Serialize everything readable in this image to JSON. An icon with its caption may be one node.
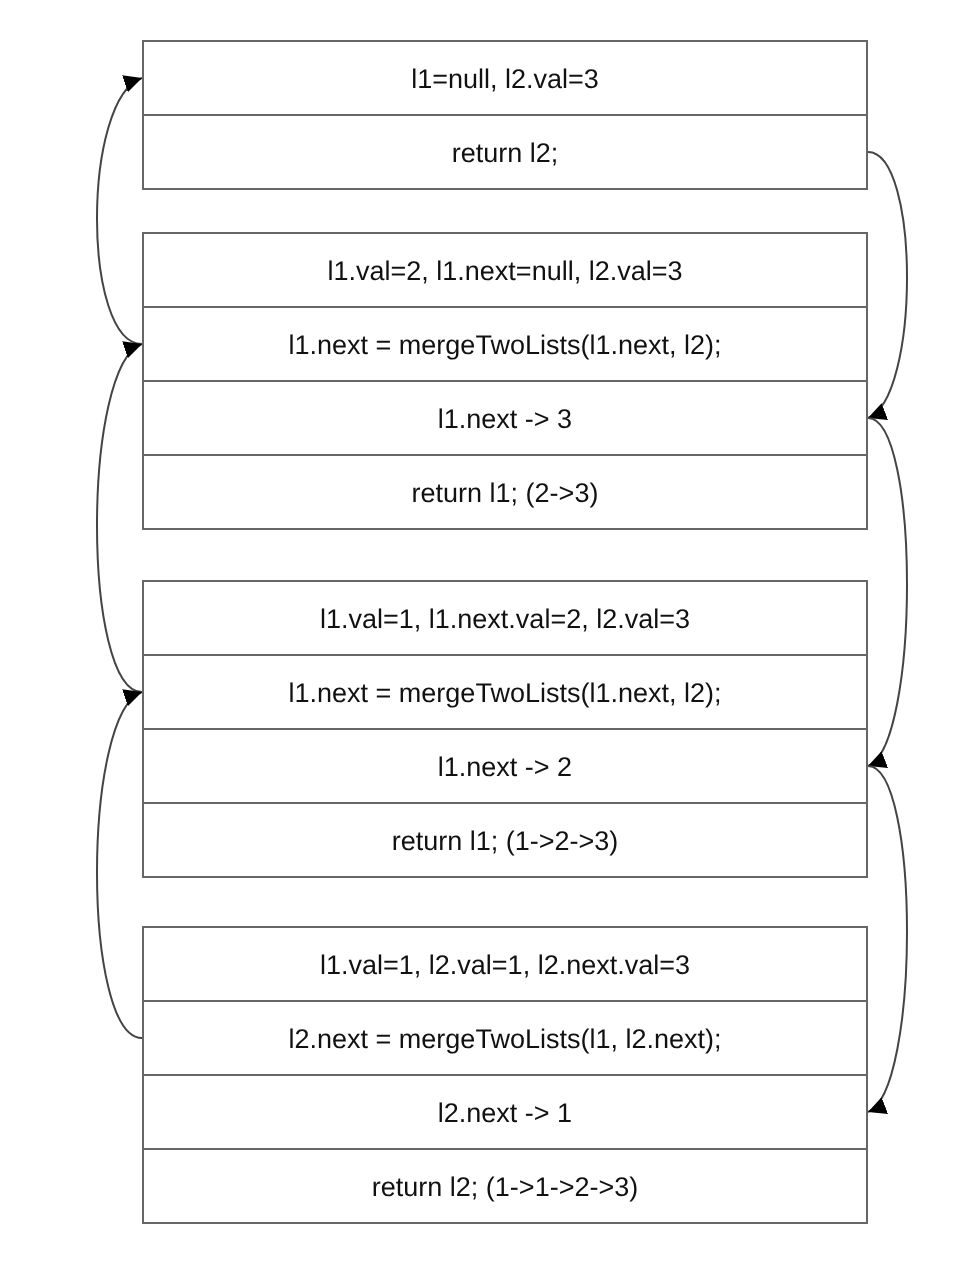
{
  "diagram": {
    "nodes": [
      {
        "text": [
          "l1=null, l2.val=3"
        ]
      },
      {
        "text": [
          "return l2;"
        ]
      },
      {
        "text": [
          "l1.val=2,  l1.next=null, l2.val=3"
        ]
      },
      {
        "text": [
          "l1.next = mergeTwoLists(l1.next, l2);"
        ]
      },
      {
        "text": [
          "l1.next -> 3"
        ]
      },
      {
        "text": [
          "return l1; (2->3)"
        ]
      },
      {
        "text": [
          "l1.val=1,  l1.next.val=2, l2.val=3"
        ]
      },
      {
        "text": [
          "l1.next = mergeTwoLists(l1.next, l2);"
        ]
      },
      {
        "text": [
          "l1.next -> 2"
        ]
      },
      {
        "text": [
          "return l1; (1->2->3)"
        ]
      },
      {
        "text": [
          "l1.val=1,  l2.val=1, l2.next.val=3"
        ]
      },
      {
        "text": [
          "l2.next = mergeTwoLists(l1, l2.next);"
        ]
      },
      {
        "text": [
          "l2.next -> 1"
        ]
      },
      {
        "text": [
          "return l2; (1->1->2->3)"
        ]
      }
    ],
    "edges": [
      {
        "from": 3,
        "to": 0,
        "arrow": "to"
      },
      {
        "from": 7,
        "to": 3,
        "arrow": "to"
      },
      {
        "from": 11,
        "to": 7,
        "arrow": "to"
      },
      {
        "from": 1,
        "to": 4,
        "arrow": "to"
      },
      {
        "from": 4,
        "to": 8,
        "arrow": "to"
      },
      {
        "from": 8,
        "to": 12,
        "arrow": "to"
      }
    ]
  }
}
